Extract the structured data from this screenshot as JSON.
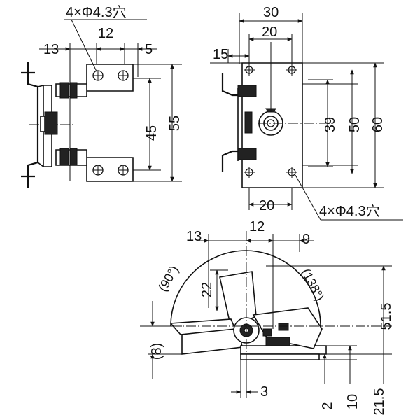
{
  "front_view": {
    "hole_note": "4×Φ4.3穴",
    "dim_13": "13",
    "dim_12": "12",
    "dim_5": "5",
    "dim_45": "45",
    "dim_55": "55"
  },
  "side_view": {
    "dim_30": "30",
    "dim_20_top": "20",
    "dim_15": "15",
    "dim_39": "39",
    "dim_50": "50",
    "dim_60": "60",
    "dim_20_bottom": "20",
    "hole_note": "4×Φ4.3穴"
  },
  "section_view": {
    "dim_13": "13",
    "dim_12": "12",
    "dim_9": "9",
    "angle_90": "(90°)",
    "angle_138": "(138°)",
    "dim_22": "22",
    "dim_8": "(8)",
    "dim_51_5": "51.5",
    "dim_3": "3",
    "dim_2": "2",
    "dim_10": "10",
    "dim_21_5": "21.5"
  }
}
